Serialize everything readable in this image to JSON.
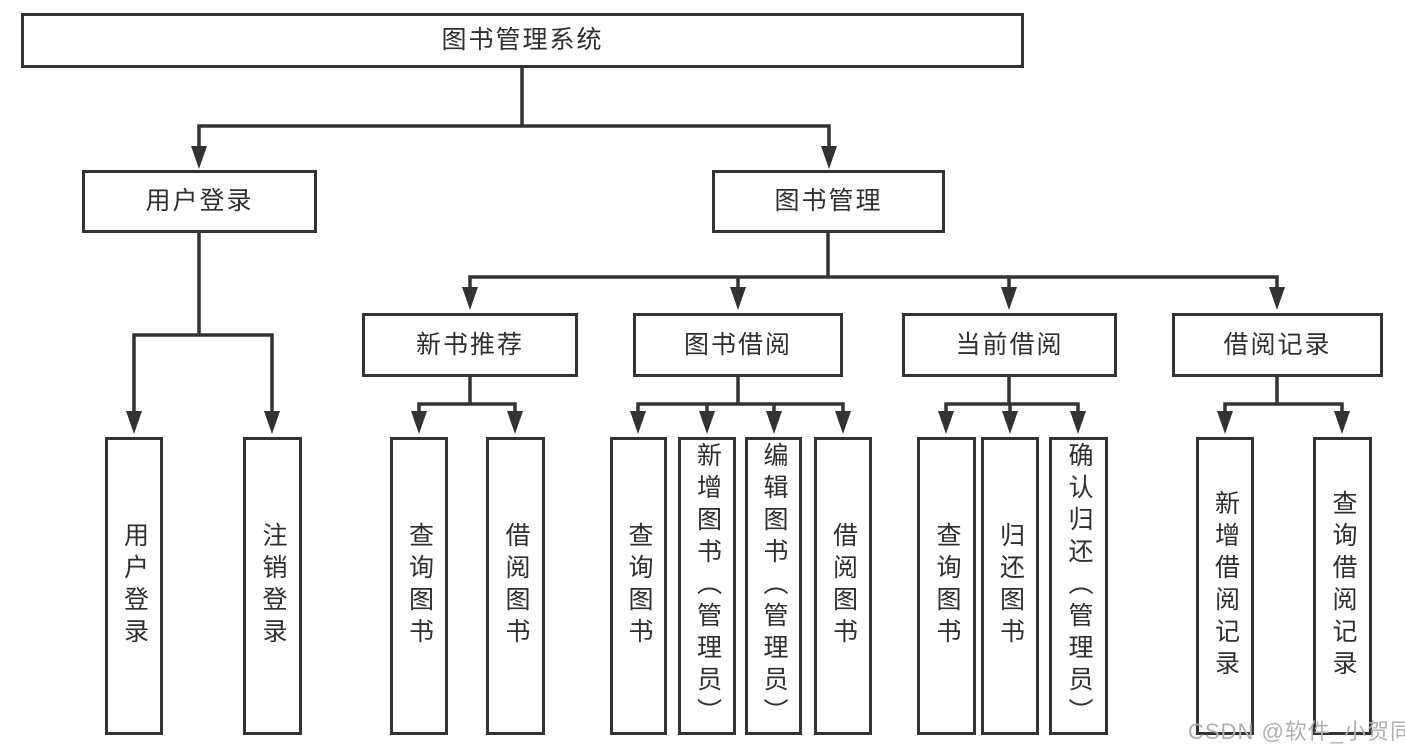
{
  "diagram": {
    "type": "hierarchy-tree",
    "title": "图书管理系统",
    "nodes": {
      "root": {
        "label": "图书管理系统"
      },
      "level2": [
        {
          "id": "user-login",
          "label": "用户登录"
        },
        {
          "id": "book-management",
          "label": "图书管理"
        }
      ],
      "level3": [
        {
          "id": "new-book-recommend",
          "parent": "图书管理",
          "label": "新书推荐"
        },
        {
          "id": "book-borrow",
          "parent": "图书管理",
          "label": "图书借阅"
        },
        {
          "id": "current-borrow",
          "parent": "图书管理",
          "label": "当前借阅"
        },
        {
          "id": "borrow-records",
          "parent": "图书管理",
          "label": "借阅记录"
        }
      ],
      "leaves": [
        {
          "parent": "用户登录",
          "label": "用户登录"
        },
        {
          "parent": "用户登录",
          "label": "注销登录"
        },
        {
          "parent": "新书推荐",
          "label": "查询图书"
        },
        {
          "parent": "新书推荐",
          "label": "借阅图书"
        },
        {
          "parent": "图书借阅",
          "label": "查询图书"
        },
        {
          "parent": "图书借阅",
          "label": "新增图书（管理员）"
        },
        {
          "parent": "图书借阅",
          "label": "编辑图书（管理员）"
        },
        {
          "parent": "图书借阅",
          "label": "借阅图书"
        },
        {
          "parent": "当前借阅",
          "label": "查询图书"
        },
        {
          "parent": "当前借阅",
          "label": "归还图书"
        },
        {
          "parent": "当前借阅",
          "label": "确认归还（管理员）"
        },
        {
          "parent": "借阅记录",
          "label": "新增借阅记录"
        },
        {
          "parent": "借阅记录",
          "label": "查询借阅记录"
        }
      ]
    },
    "watermark": "CSDN @软件_小贺同学",
    "colors": {
      "line": "#333333",
      "text": "#2f2f2f",
      "background": "#ffffff",
      "watermark": "#b0b0b0"
    }
  }
}
